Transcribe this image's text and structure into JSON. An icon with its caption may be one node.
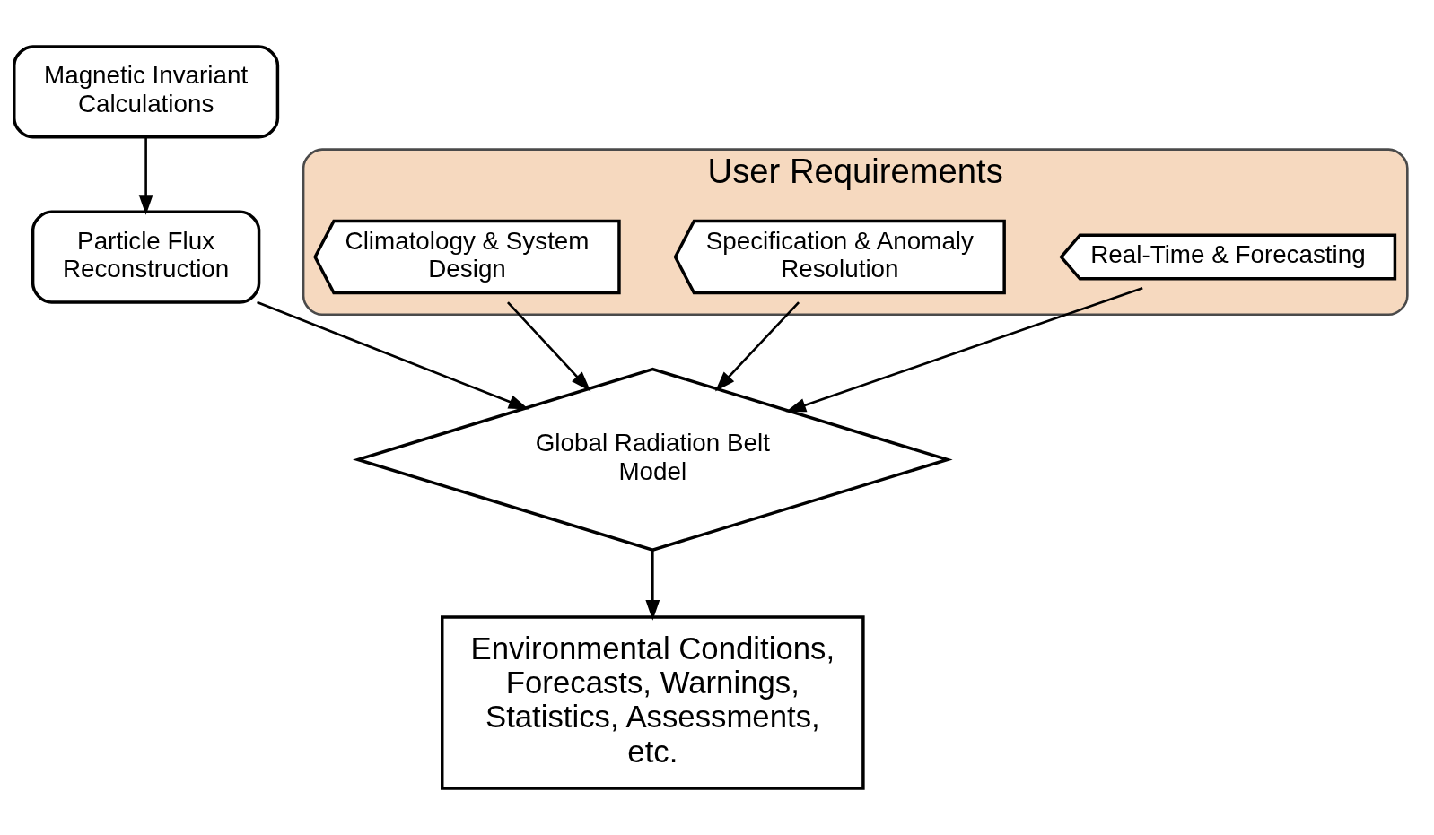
{
  "diagram": {
    "nodes": [
      {
        "text": [
          "Magnetic Invariant Calculations"
        ]
      },
      {
        "text": [
          "Particle Flux Reconstruction"
        ]
      },
      {
        "text": [
          "Global Radiation Belt Model"
        ]
      },
      {
        "text": [
          "Environmental Conditions, Forecasts, Warnings, Statistics, Assessments, etc."
        ]
      },
      {
        "text": [
          "User Requirements"
        ]
      },
      {
        "text": [
          "Real-Time & Forecasting"
        ],
        "in": 4
      },
      {
        "text": [
          "Specification & Anomaly Resolution"
        ],
        "in": 4
      },
      {
        "text": [
          "Climatology & System Design"
        ],
        "in": 4
      }
    ],
    "edges": [
      {
        "from": 0,
        "to": 1,
        "arrow": "to"
      },
      {
        "from": 1,
        "to": 2,
        "arrow": "to"
      },
      {
        "from": 2,
        "to": 3,
        "arrow": "to"
      },
      {
        "from": 5,
        "to": 2,
        "arrow": "to"
      },
      {
        "from": 6,
        "to": 2,
        "arrow": "to"
      },
      {
        "from": 7,
        "to": 2,
        "arrow": "to"
      }
    ]
  }
}
